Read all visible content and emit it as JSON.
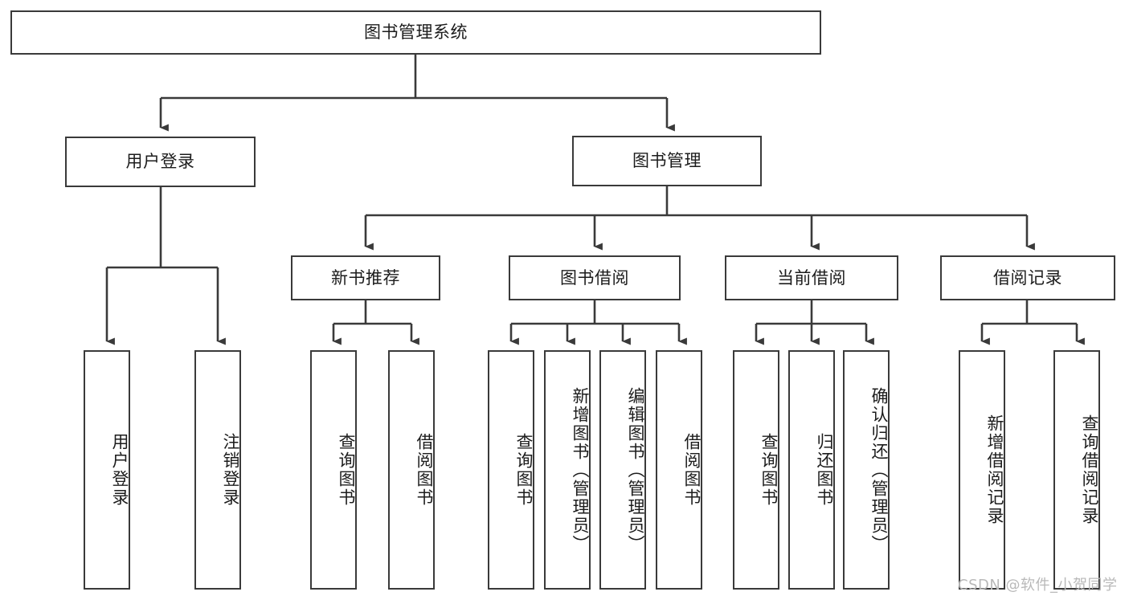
{
  "diagram": {
    "title": "图书管理系统",
    "type": "tree-hierarchy",
    "watermark": "CSDN @软件_小贺同学",
    "colors": {
      "box_border": "#3a3a3a",
      "box_fill": "#ffffff",
      "edge": "#3a3a3a",
      "text": "#1c1c1c",
      "watermark": "#b9b9b9",
      "background": "#ffffff"
    }
  },
  "nodes": {
    "root": {
      "label": "图书管理系统"
    },
    "level1": [
      {
        "id": "user-login",
        "label": "用户登录"
      },
      {
        "id": "book-manage",
        "label": "图书管理"
      }
    ],
    "level2": [
      {
        "id": "new-book-recommend",
        "label": "新书推荐"
      },
      {
        "id": "book-borrow",
        "label": "图书借阅"
      },
      {
        "id": "current-borrow",
        "label": "当前借阅"
      },
      {
        "id": "borrow-record",
        "label": "借阅记录"
      }
    ],
    "leaves": {
      "user_login": [
        {
          "id": "leaf-user-login",
          "label": "用户登录"
        },
        {
          "id": "leaf-logout-login",
          "label": "注销登录"
        }
      ],
      "new_book_recommend": [
        {
          "id": "leaf-query-book-1",
          "label": "查询图书"
        },
        {
          "id": "leaf-borrow-book-1",
          "label": "借阅图书"
        }
      ],
      "book_borrow": [
        {
          "id": "leaf-query-book-2",
          "label": "查询图书"
        },
        {
          "id": "leaf-add-book",
          "label": "新增图书（管理员）"
        },
        {
          "id": "leaf-edit-book",
          "label": "编辑图书（管理员）"
        },
        {
          "id": "leaf-borrow-book-2",
          "label": "借阅图书"
        }
      ],
      "current_borrow": [
        {
          "id": "leaf-query-book-3",
          "label": "查询图书"
        },
        {
          "id": "leaf-return-book",
          "label": "归还图书"
        },
        {
          "id": "leaf-confirm-return",
          "label": "确认归还（管理员）"
        }
      ],
      "borrow_record": [
        {
          "id": "leaf-add-record",
          "label": "新增借阅记录"
        },
        {
          "id": "leaf-query-record",
          "label": "查询借阅记录"
        }
      ]
    }
  }
}
